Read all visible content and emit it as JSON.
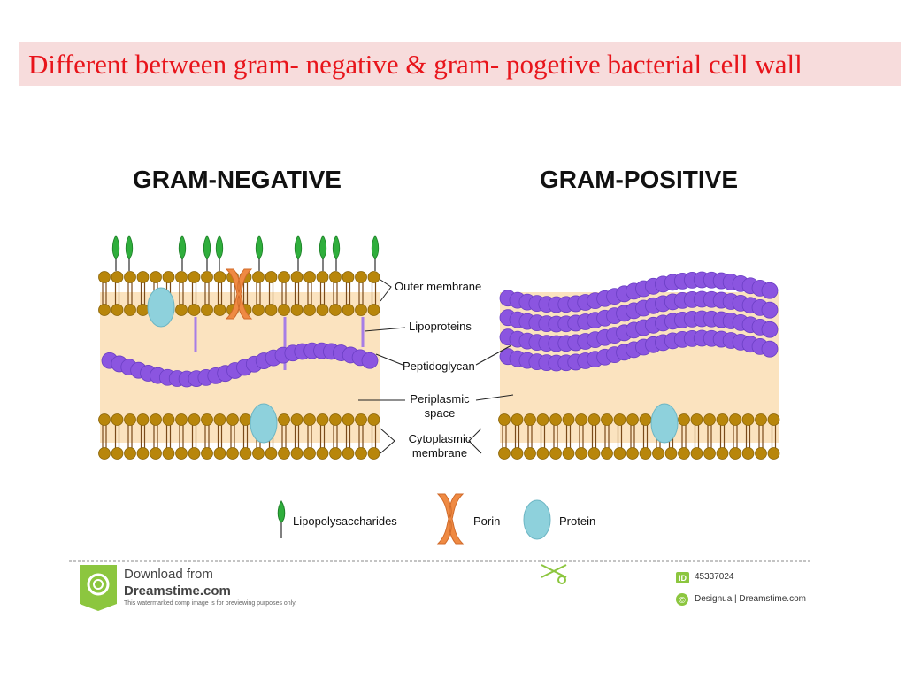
{
  "slide": {
    "title": "Different between gram- negative & gram- pogetive bacterial cell wall"
  },
  "diagram": {
    "negative_heading": "GRAM-NEGATIVE",
    "positive_heading": "GRAM-POSITIVE",
    "labels": {
      "outer_membrane": "Outer membrane",
      "lipoproteins": "Lipoproteins",
      "peptidoglycan": "Peptidoglycan",
      "periplasmic_1": "Periplasmic",
      "periplasmic_2": "space",
      "cytoplasmic_1": "Cytoplasmic",
      "cytoplasmic_2": "membrane"
    },
    "legend": {
      "lps": "Lipopolysaccharides",
      "porin": "Porin",
      "protein": "Protein"
    },
    "colors": {
      "lipid_head": "#b8860b",
      "lipid_tail": "#7a4a1a",
      "peptidoglycan": "#8b55e0",
      "periplasm": "#fbe3bf",
      "protein": "#8ed1dc",
      "porin": "#ef8a43",
      "lps": "#2fae3c"
    }
  },
  "watermark": {
    "download_from": "Download from",
    "site": "Dreamstime.com",
    "note": "This watermarked comp image is for previewing purposes only.",
    "id_badge": "ID",
    "id_number": "45337024",
    "credit": "Designua | Dreamstime.com"
  }
}
